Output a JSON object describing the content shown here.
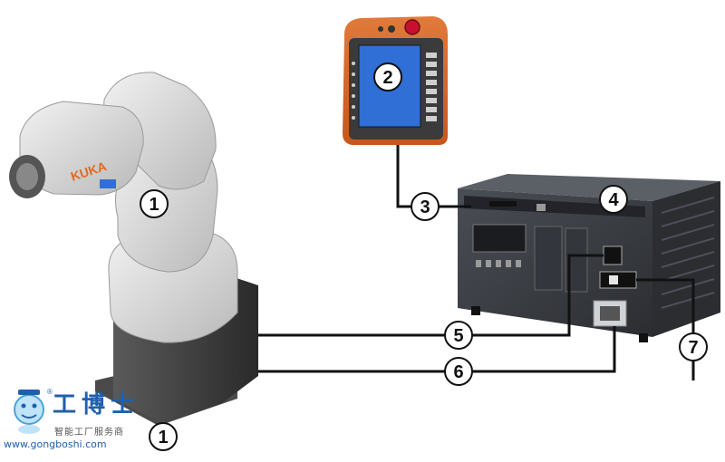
{
  "callouts": [
    "1",
    "2",
    "3",
    "4",
    "5",
    "6",
    "7"
  ],
  "brand_label": "KUKA",
  "watermark": {
    "title": "工博士",
    "subtitle": "智能工厂服务商",
    "url": "www.gongboshi.com",
    "reg_mark": "®"
  },
  "colors": {
    "robot_body": "#dcdcdc",
    "robot_base": "#3a3a3a",
    "brand_orange": "#e26a1c",
    "pendant_screen": "#2f6fd6",
    "cabinet": "#3c3f45",
    "cable": "#111111",
    "watermark_blue": "#1f5fae"
  }
}
